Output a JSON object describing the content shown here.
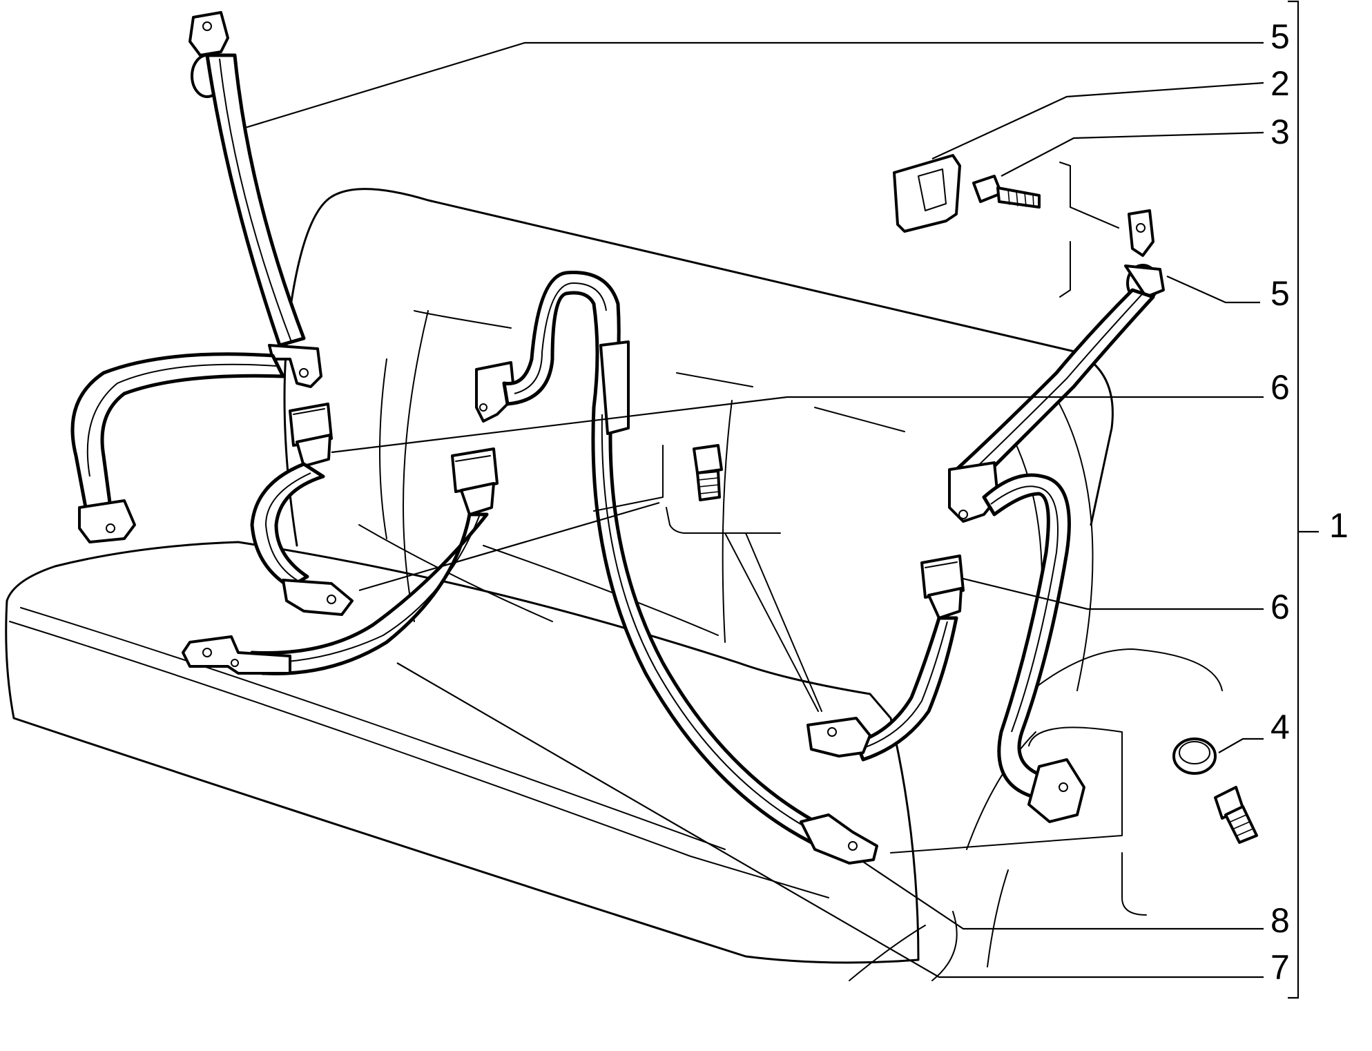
{
  "callouts": [
    {
      "id": "c5a",
      "label": "5"
    },
    {
      "id": "c2",
      "label": "2"
    },
    {
      "id": "c3",
      "label": "3"
    },
    {
      "id": "c5b",
      "label": "5"
    },
    {
      "id": "c6a",
      "label": "6"
    },
    {
      "id": "c1",
      "label": "1"
    },
    {
      "id": "c6b",
      "label": "6"
    },
    {
      "id": "c4",
      "label": "4"
    },
    {
      "id": "c8",
      "label": "8"
    },
    {
      "id": "c7",
      "label": "7"
    }
  ]
}
